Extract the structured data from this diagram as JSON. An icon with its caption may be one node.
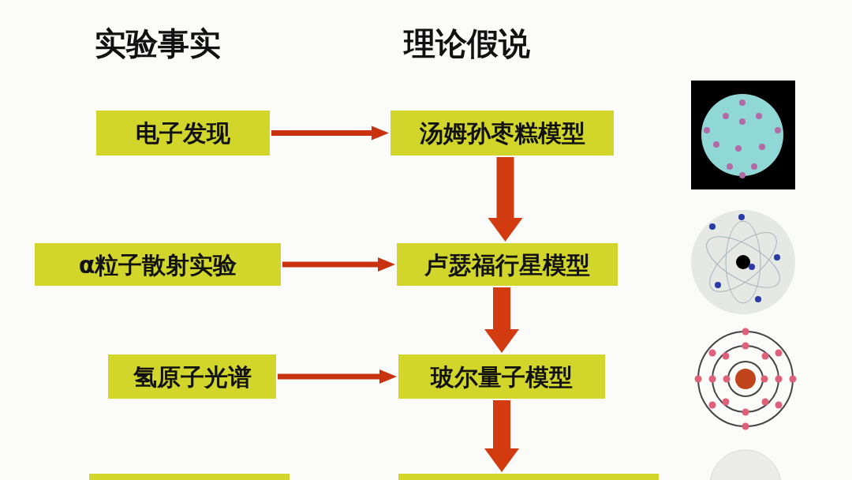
{
  "diagram": {
    "nodes": [
      {
        "text": [
          "电子发现"
        ]
      },
      {
        "text": [
          "汤姆孙枣糕模型"
        ]
      },
      {
        "text": [
          "α粒子散射实验"
        ]
      },
      {
        "text": [
          "卢瑟福行星模型"
        ]
      },
      {
        "text": [
          "氢原子光谱"
        ]
      },
      {
        "text": [
          "玻尔量子模型"
        ]
      },
      {
        "text": [],
        "shape": "box"
      },
      {
        "text": [],
        "shape": "box"
      }
    ],
    "edges": [
      {
        "from": 0,
        "to": 1,
        "arrow": "to"
      },
      {
        "from": 1,
        "to": 3,
        "arrow": "to",
        "style": "thick"
      },
      {
        "from": 2,
        "to": 3,
        "arrow": "to"
      },
      {
        "from": 3,
        "to": 5,
        "arrow": "to",
        "style": "thick"
      },
      {
        "from": 4,
        "to": 5,
        "arrow": "to"
      },
      {
        "from": 5,
        "to": 7,
        "arrow": "to",
        "style": "thick"
      }
    ],
    "labels": [
      "实验事实",
      "理论假说"
    ]
  }
}
